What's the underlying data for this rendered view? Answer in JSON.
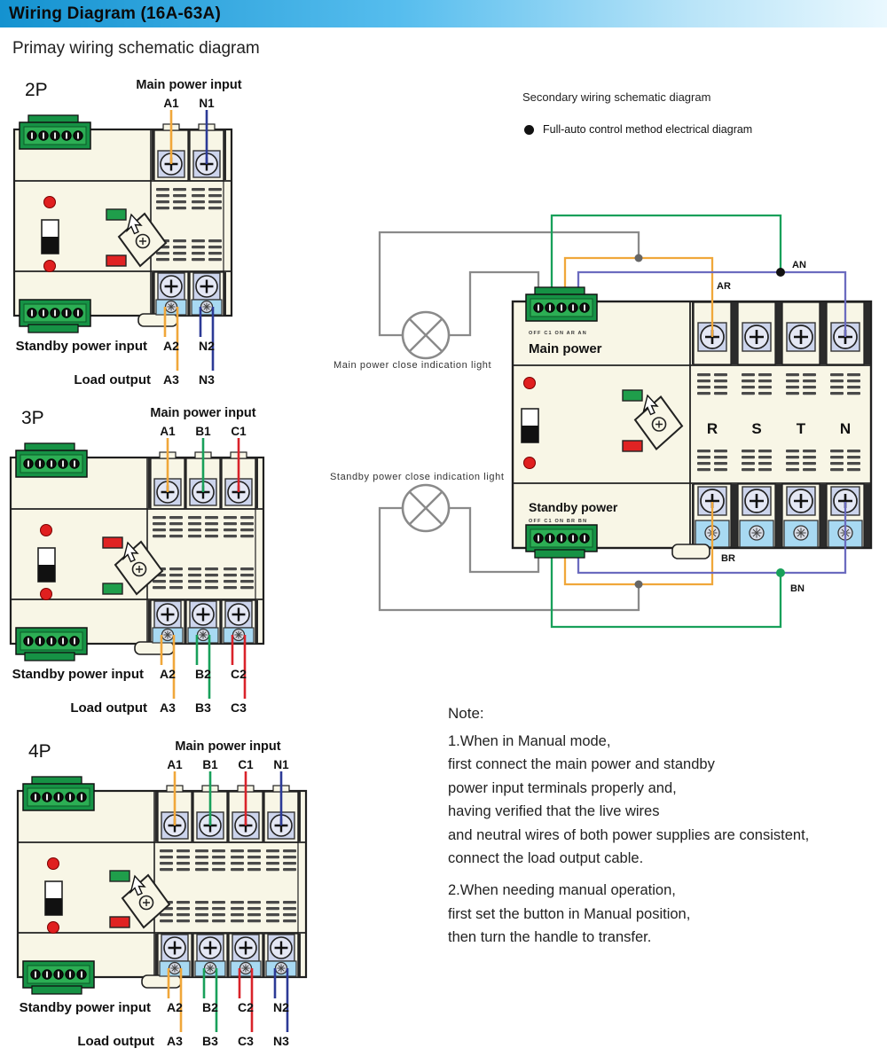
{
  "header": {
    "title": "Wiring Diagram (16A-63A)",
    "gradient_left": "#1492d0",
    "gradient_right": "#eaf8fe"
  },
  "primary": {
    "title": "Primay wiring schematic diagram",
    "main_input_label": "Main power input",
    "standby_input_label": "Standby power input",
    "load_output_label": "Load output",
    "devices": [
      {
        "type_label": "2P",
        "handle_top_color": "#1f9e4b",
        "handle_bottom_color": "#e02323",
        "poles": [
          {
            "color": "#f0a73a",
            "top": "A1",
            "standby": "A2",
            "load": "A3"
          },
          {
            "color": "#2c3a96",
            "top": "N1",
            "standby": "N2",
            "load": "N3"
          }
        ]
      },
      {
        "type_label": "3P",
        "handle_top_color": "#e02323",
        "handle_bottom_color": "#1f9e4b",
        "poles": [
          {
            "color": "#f0a73a",
            "top": "A1",
            "standby": "A2",
            "load": "A3"
          },
          {
            "color": "#18a05a",
            "top": "B1",
            "standby": "B2",
            "load": "B3"
          },
          {
            "color": "#d9232a",
            "top": "C1",
            "standby": "C2",
            "load": "C3"
          }
        ]
      },
      {
        "type_label": "4P",
        "handle_top_color": "#1f9e4b",
        "handle_bottom_color": "#e02323",
        "poles": [
          {
            "color": "#f0a73a",
            "top": "A1",
            "standby": "A2",
            "load": "A3"
          },
          {
            "color": "#18a05a",
            "top": "B1",
            "standby": "B2",
            "load": "B3"
          },
          {
            "color": "#d9232a",
            "top": "C1",
            "standby": "C2",
            "load": "C3"
          },
          {
            "color": "#2c3a96",
            "top": "N1",
            "standby": "N2",
            "load": "N3"
          }
        ]
      }
    ]
  },
  "secondary": {
    "title": "Secondary wiring schematic diagram",
    "subtitle": "Full-auto control method electrical diagram",
    "device": {
      "main_label": "Main power",
      "standby_label": "Standby power",
      "main_pins_text": "OFF C1 ON AR AN",
      "standby_pins_text": "OFF C1 ON BR BN",
      "phases": [
        "R",
        "S",
        "T",
        "N"
      ]
    },
    "lamp_labels": {
      "main": "Main power close indication light",
      "standby": "Standby power close indication light"
    },
    "wire_labels": {
      "top_n": "AN",
      "top_r": "AR",
      "bottom_r": "BR",
      "bottom_n": "BN"
    },
    "wire_colors": {
      "orange": "#f0a73a",
      "green": "#18a05a",
      "blue": "#6b6bbf",
      "gray": "#8a8a8a"
    }
  },
  "note": {
    "title": "Note:",
    "items": [
      "1.When in Manual mode,\n  first connect the main power and standby\n  power input terminals properly and,\n  having verified that the live wires\n  and neutral wires of both power supplies are consistent,\n  connect the load output cable.",
      "2.When needing manual operation,\n  first set the button in Manual position,\n  then turn the handle to transfer."
    ]
  },
  "colors": {
    "body": "#f8f6e6",
    "outline": "#1f1f1f",
    "terminal_square": "#ccd4ec",
    "screw_face": "#e4e7f4",
    "blue_block": "#a8d9f2",
    "connector_green": "#169245",
    "connector_green_light": "#2cae54",
    "vent": "#4a4a4a",
    "red_indicator": "#e01f1f",
    "dark_gap": "#2b2b2b"
  }
}
